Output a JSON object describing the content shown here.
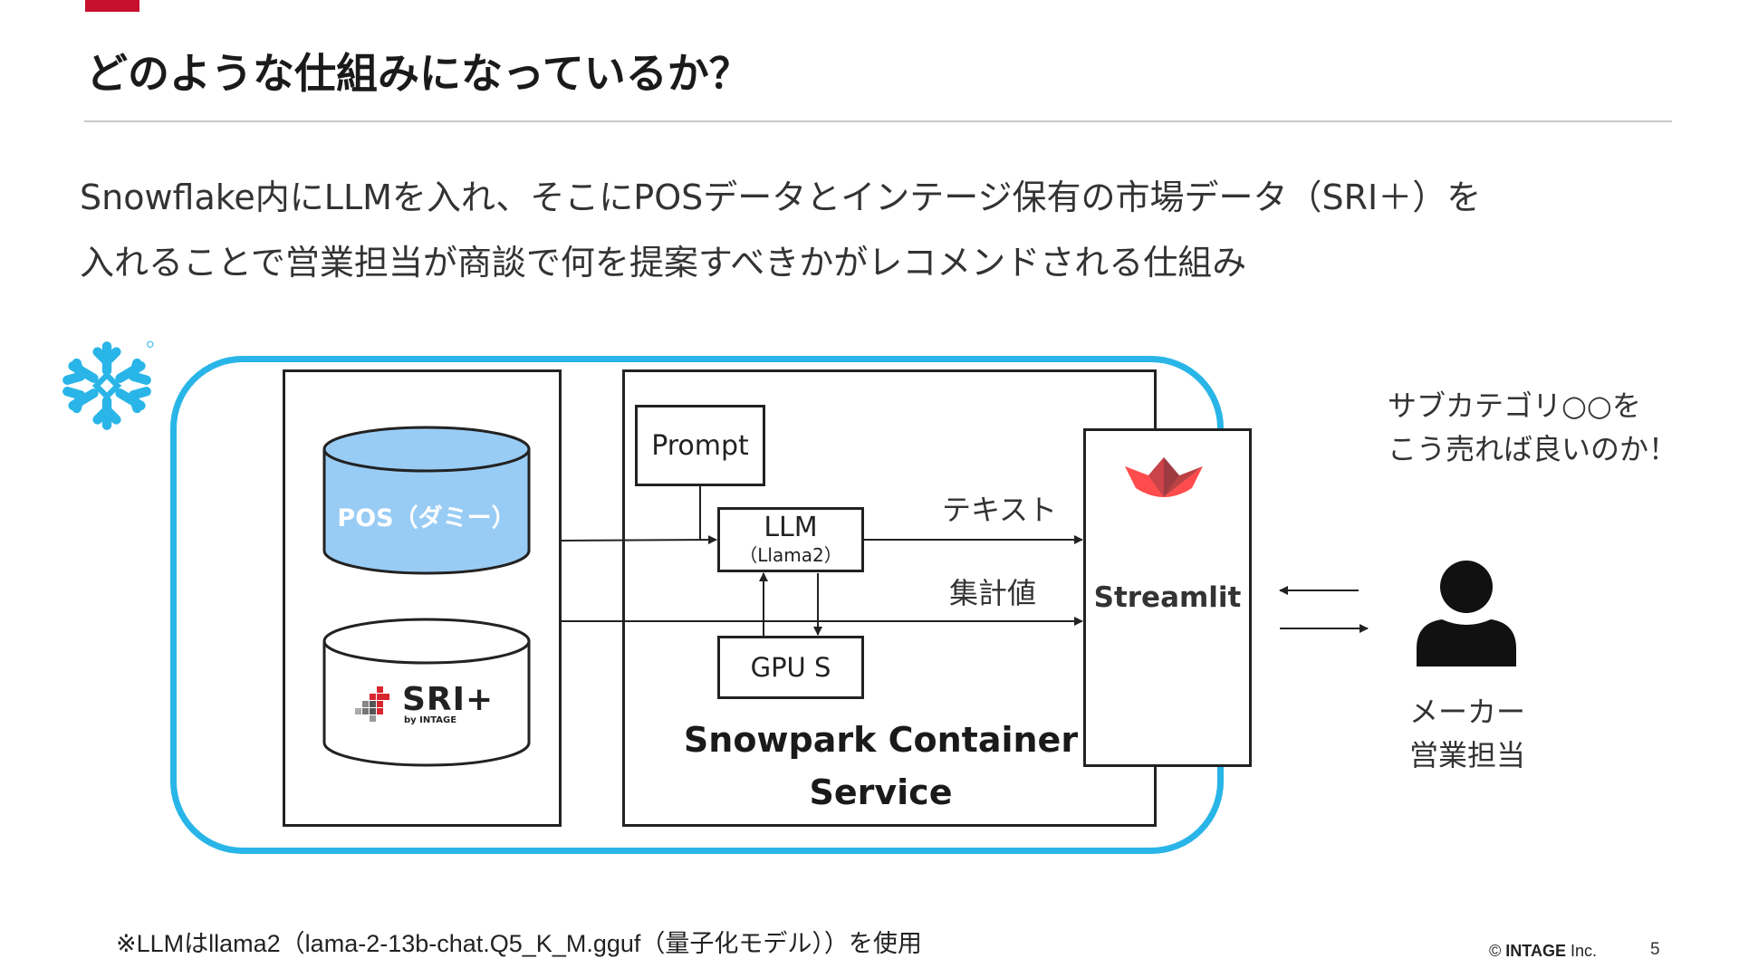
{
  "slide": {
    "title": "どのような仕組みになっているか？",
    "description_lines": [
      "Snowflake内にLLMを入れ、そこにPOSデータとインテージ保有の市場データ（SRI＋）を",
      "入れることで営業担当が商談で何を提案すべきかがレコメンドされる仕組み"
    ],
    "accent_color": "#c8102e",
    "footnote": "※LLMはllama2（lama-2-13b-chat.Q5_K_M.gguf（量子化モデル））を使用",
    "copyright_symbol": "©",
    "copyright_brand": "INTAGE",
    "copyright_suffix": "Inc.",
    "page_number": "5"
  },
  "diagram": {
    "snowflake_color": "#29b5e8",
    "snowflake_logo_icon": "snowflake-icon",
    "databases": {
      "pos": {
        "label": "POS（ダミー）",
        "fill": "#99ccf5"
      },
      "sri": {
        "logo_text": "SRI+",
        "logo_subtext": "by INTAGE",
        "logo_icon": "sri-plus-logo"
      }
    },
    "spcs": {
      "prompt": "Prompt",
      "llm": "LLM",
      "llm_model": "（Llama2）",
      "gpu": "GPU S",
      "label_line1": "Snowpark Container",
      "label_line2": "Service"
    },
    "edges": {
      "text": "テキスト",
      "aggregate": "集計値"
    },
    "streamlit": {
      "label": "Streamlit",
      "logo_icon": "streamlit-logo",
      "logo_color": "#ff4b4b"
    },
    "user": {
      "speech_line1": "サブカテゴリ○○を",
      "speech_line2": "こう売れば良いのか！",
      "role_line1": "メーカー",
      "role_line2": "営業担当",
      "icon": "person-icon"
    }
  }
}
